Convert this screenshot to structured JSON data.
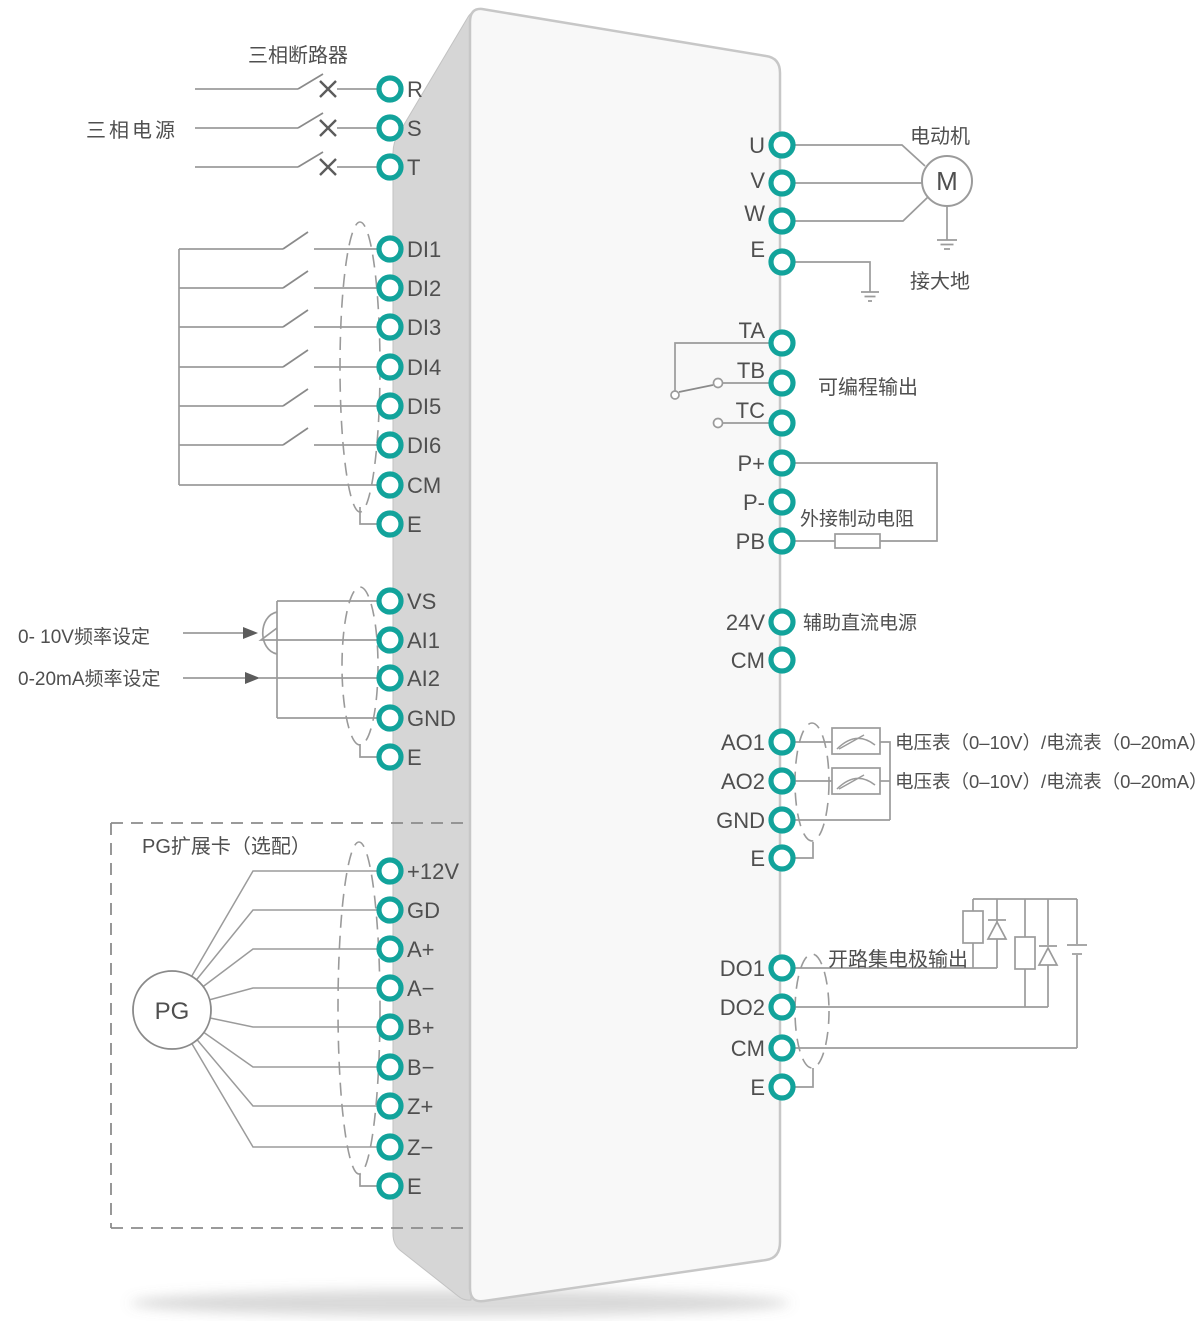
{
  "colors": {
    "terminal_ring": "#12a39b",
    "wire": "#9b9b9b",
    "text": "#4f4f4f",
    "body_front": "#f8f8f8",
    "body_side": "#d6d6d6",
    "body_border": "#c7c7c7"
  },
  "annotations": {
    "breaker": "三相断路器",
    "power": "三相电源",
    "freq_v": "0- 10V频率设定",
    "freq_a": "0-20mA频率设定",
    "pg_card_label": "PG扩展卡（选配）",
    "pg": "PG",
    "motor_label": "电动机",
    "motor_m": "M",
    "earth": "接大地",
    "prog_out": "可编程输出",
    "brake_res": "外接制动电阻",
    "aux_dc": "辅助直流电源",
    "meter1": "电压表（0–10V）/电流表（0–20mA）",
    "meter2": "电压表（0–10V）/电流表（0–20mA）",
    "open_collector": "开路集电极输出"
  },
  "terminals": {
    "left_power": [
      "R",
      "S",
      "T"
    ],
    "digital_in": [
      "DI1",
      "DI2",
      "DI3",
      "DI4",
      "DI5",
      "DI6",
      "CM",
      "E"
    ],
    "analog_in": [
      "VS",
      "AI1",
      "AI2",
      "GND",
      "E"
    ],
    "pg_card": [
      "+12V",
      "GD",
      "A+",
      "A−",
      "B+",
      "B−",
      "Z+",
      "Z−",
      "E"
    ],
    "motor_out": [
      "U",
      "V",
      "W",
      "E"
    ],
    "relay_out": [
      "TA",
      "TB",
      "TC"
    ],
    "brake": [
      "P+",
      "P-",
      "PB"
    ],
    "aux_power": [
      "24V",
      "CM"
    ],
    "analog_out": [
      "AO1",
      "AO2",
      "GND",
      "E"
    ],
    "digital_out": [
      "DO1",
      "DO2",
      "CM",
      "E"
    ]
  }
}
